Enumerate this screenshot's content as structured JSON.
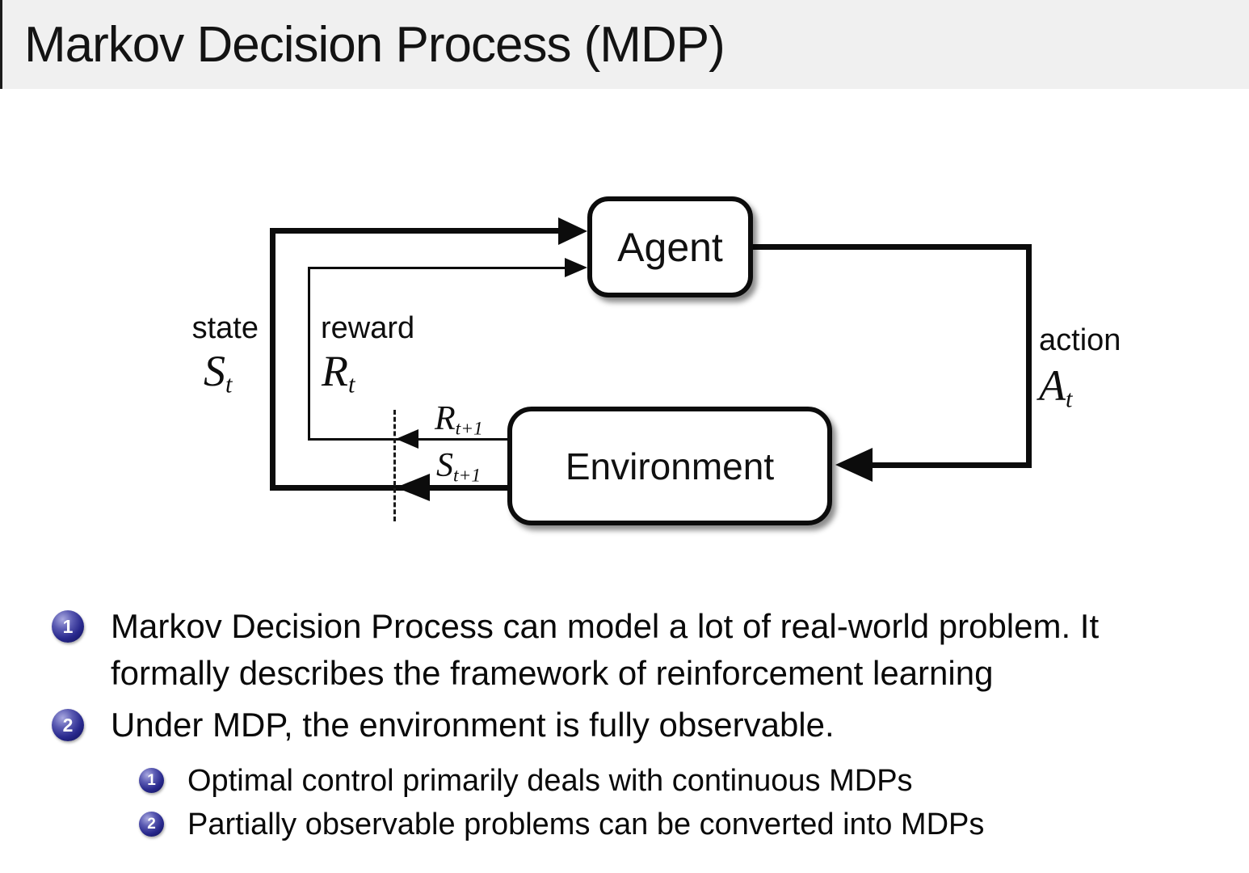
{
  "title": "Markov Decision Process (MDP)",
  "diagram": {
    "agent_label": "Agent",
    "environment_label": "Environment",
    "state_label": "state",
    "state_symbol": {
      "base": "S",
      "sub": "t"
    },
    "reward_label": "reward",
    "reward_symbol": {
      "base": "R",
      "sub": "t"
    },
    "action_label": "action",
    "action_symbol": {
      "base": "A",
      "sub": "t"
    },
    "next_reward_symbol": {
      "base": "R",
      "sub": "t+1"
    },
    "next_state_symbol": {
      "base": "S",
      "sub": "t+1"
    }
  },
  "bullets": [
    {
      "number": "1",
      "text": "Markov Decision Process can model a lot of real-world problem.  It formally describes the framework of reinforcement learning"
    },
    {
      "number": "2",
      "text": "Under MDP, the environment is fully observable.",
      "sub": [
        {
          "number": "1",
          "text": "Optimal control primarily deals with continuous MDPs"
        },
        {
          "number": "2",
          "text": "Partially observable problems can be converted into MDPs"
        }
      ]
    }
  ],
  "colors": {
    "title_bg": "#f0f0f0",
    "ball": "#28288c",
    "line": "#0c0c0c"
  }
}
